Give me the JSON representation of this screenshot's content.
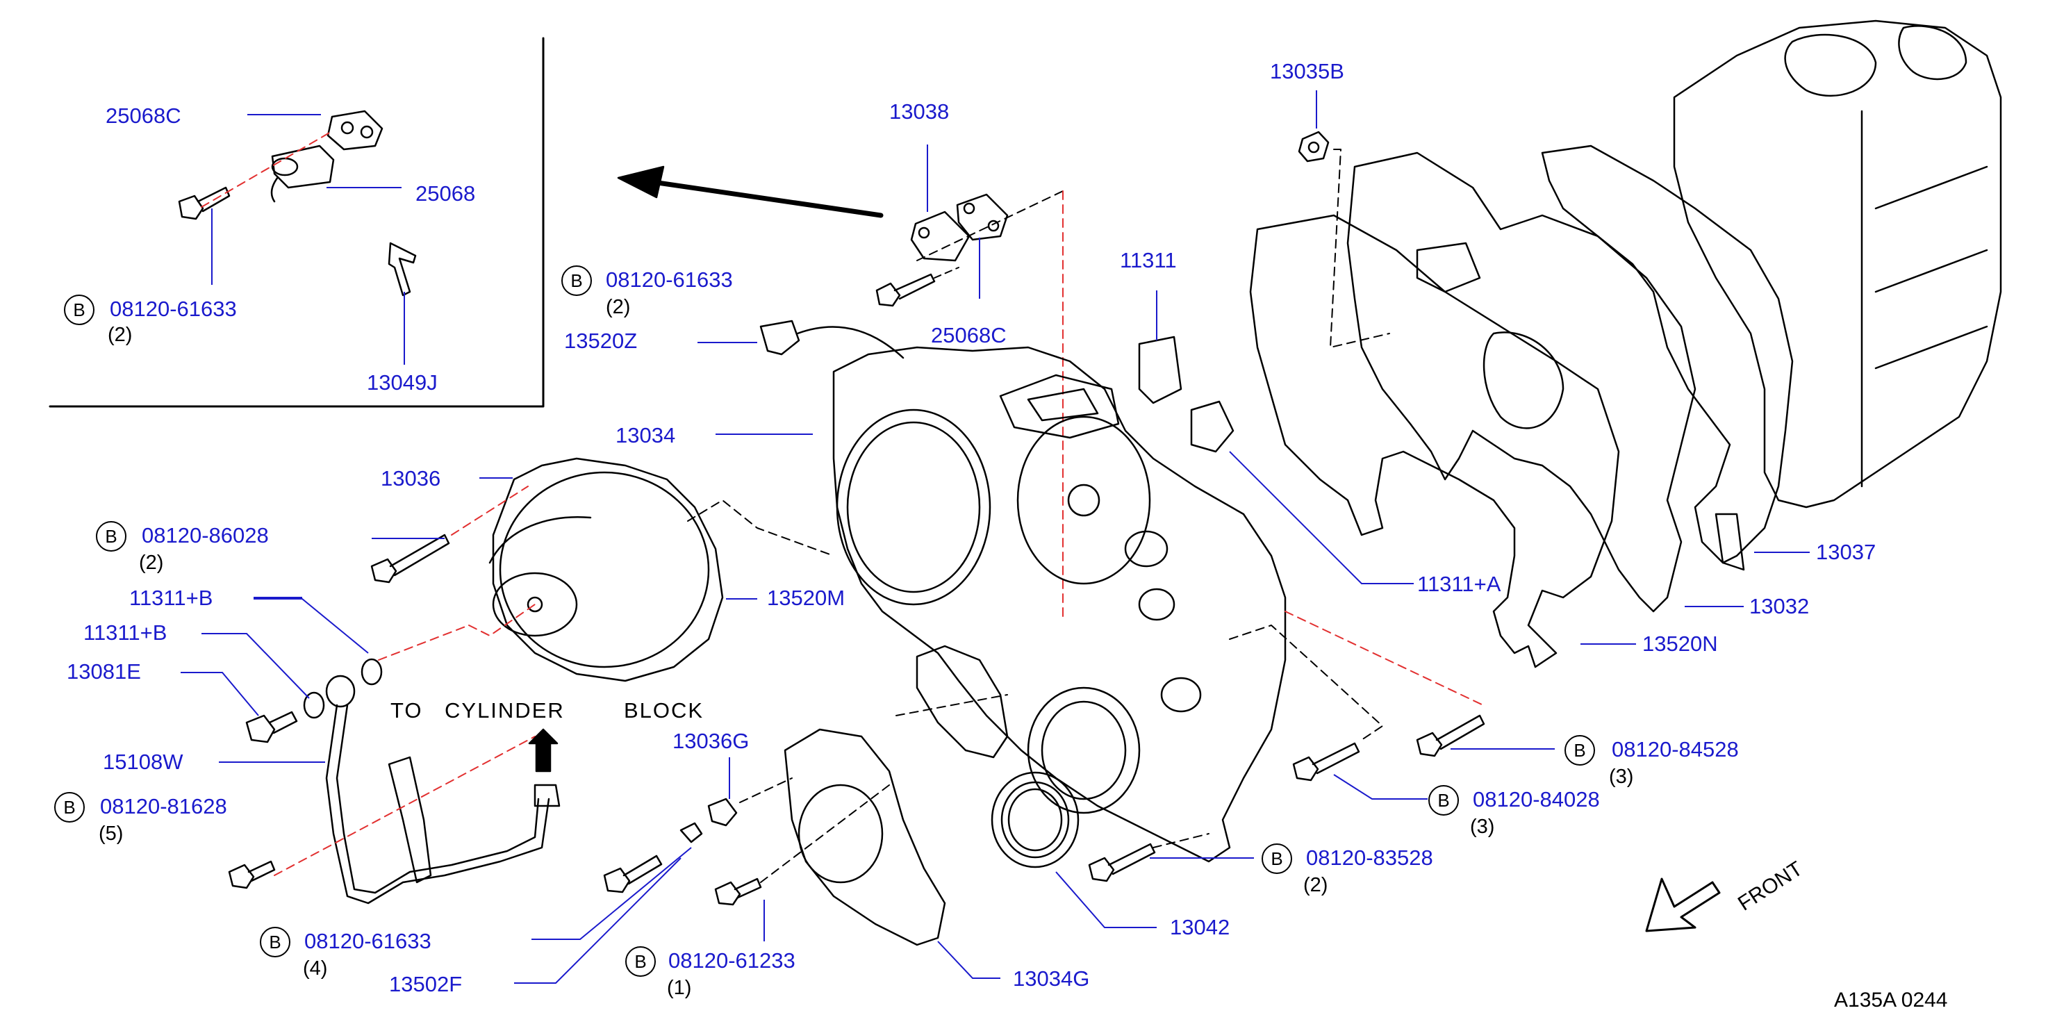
{
  "labels": {
    "p25068C_inset": "25068C",
    "p25068": "25068",
    "b08120_61633_inset": "08120-61633",
    "q2_inset": "(2)",
    "p13049J": "13049J",
    "p13038": "13038",
    "b08120_61633_top": "08120-61633",
    "q2_top": "(2)",
    "p13520Z": "13520Z",
    "p25068C": "25068C",
    "p11311": "11311",
    "p13035B": "13035B",
    "p13034": "13034",
    "p13036": "13036",
    "b08120_86028": "08120-86028",
    "q2_86028": "(2)",
    "p11311B_1": "11311+B",
    "p11311B_2": "11311+B",
    "p13520M": "13520M",
    "p13081E": "13081E",
    "p15108W": "15108W",
    "b08120_81628": "08120-81628",
    "q5": "(5)",
    "p11311A": "11311+A",
    "p13037": "13037",
    "p13032": "13032",
    "p13520N": "13520N",
    "b08120_84528": "08120-84528",
    "q3_84528": "(3)",
    "b08120_84028": "08120-84028",
    "q3_84028": "(3)",
    "b08120_83528": "08120-83528",
    "q2_83528": "(2)",
    "p13042": "13042",
    "p13034G": "13034G",
    "b08120_61233": "08120-61233",
    "q1": "(1)",
    "b08120_61633_bottom": "08120-61633",
    "q4": "(4)",
    "p13502F": "13502F",
    "p13036G": "13036G"
  },
  "to_cylinder_block": {
    "to": "TO",
    "cylinder": "CYLINDER",
    "block": "BLOCK"
  },
  "bolt_marker": "B",
  "front_label": "FRONT",
  "diagram_code": "A135A  0244",
  "colors": {
    "label": "#1a1acc",
    "leader": "#1a1acc",
    "dashed_red": "#e23030",
    "line": "#000000"
  },
  "icons": [
    "bolt-icon",
    "arrow-icon",
    "front-arrow-icon"
  ]
}
